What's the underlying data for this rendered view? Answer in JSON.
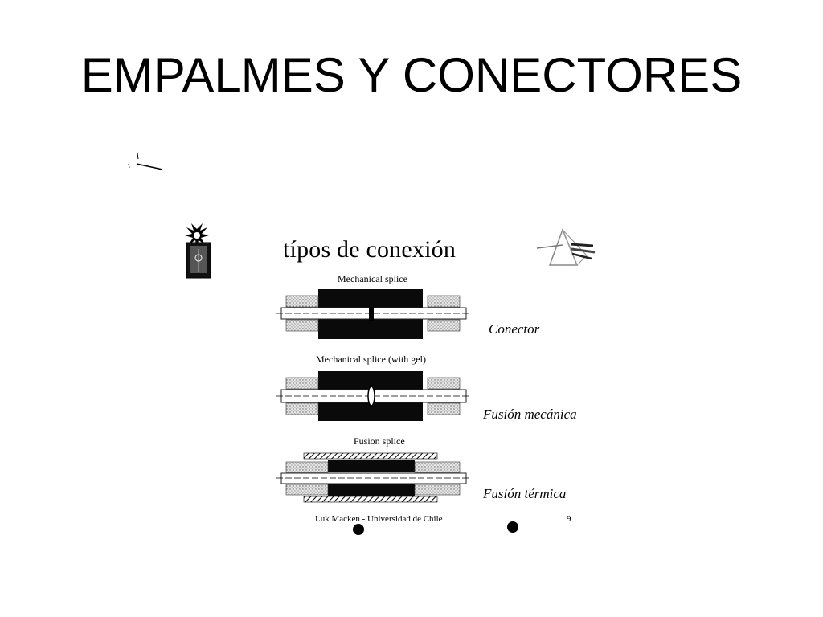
{
  "slide": {
    "title": "EMPALMES Y CONECTORES"
  },
  "figure": {
    "heading": "típos de conexión",
    "splices": [
      {
        "caption": "Mechanical splice",
        "label": "Conector"
      },
      {
        "caption": "Mechanical splice (with gel)",
        "label": "Fusión mecánica"
      },
      {
        "caption": "Fusion splice",
        "label": "Fusión térmica"
      }
    ],
    "footer": {
      "credit": "Luk Macken - Universidad de Chile",
      "page_number": "9"
    }
  }
}
